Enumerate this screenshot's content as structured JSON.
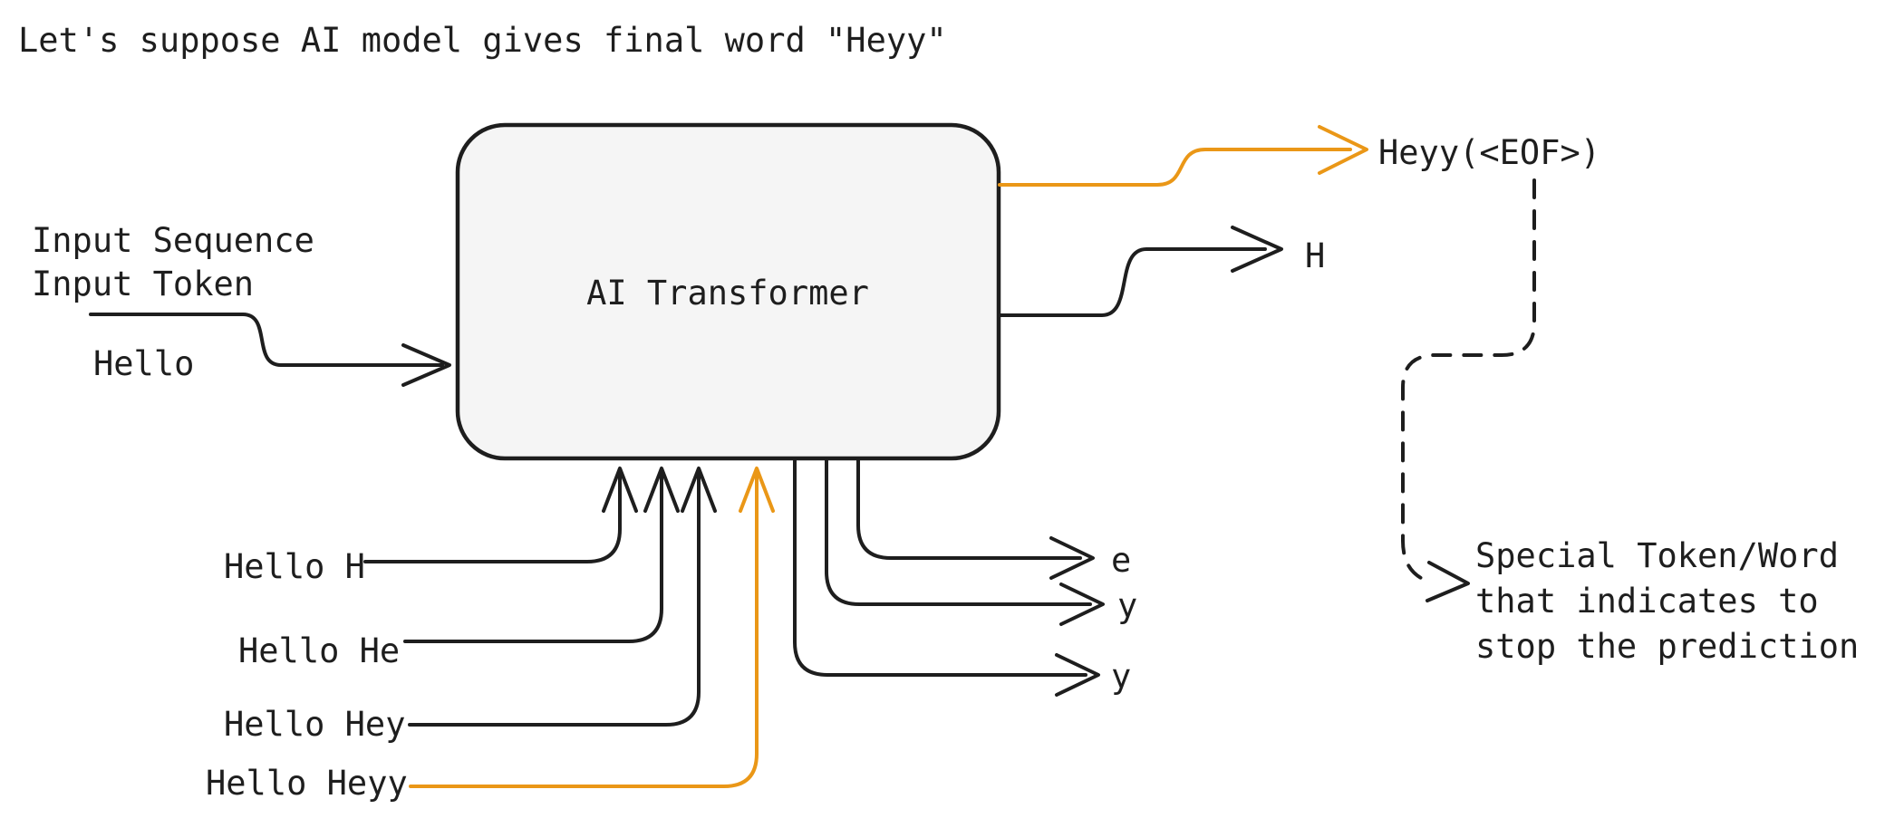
{
  "title": "Let's suppose AI model gives final word \"Heyy\"",
  "colors": {
    "stroke": "#1e1e1e",
    "highlight_orange": "#ea9717",
    "box_fill": "#f5f5f5"
  },
  "transformer": {
    "label": "AI Transformer"
  },
  "left_input": {
    "label_line1": "Input Sequence",
    "label_line2": "Input Token",
    "token": "Hello"
  },
  "bottom_inputs": [
    {
      "label": "Hello H",
      "highlight": false
    },
    {
      "label": "Hello He",
      "highlight": false
    },
    {
      "label": "Hello Hey",
      "highlight": false
    },
    {
      "label": "Hello Heyy",
      "highlight": true
    }
  ],
  "outputs": {
    "final": "Heyy(<EOF>)",
    "right_token": "H",
    "bottom_tokens": [
      "e",
      "y",
      "y"
    ]
  },
  "note": {
    "line1": "Special Token/Word",
    "line2": "that indicates to",
    "line3": "stop the prediction"
  }
}
